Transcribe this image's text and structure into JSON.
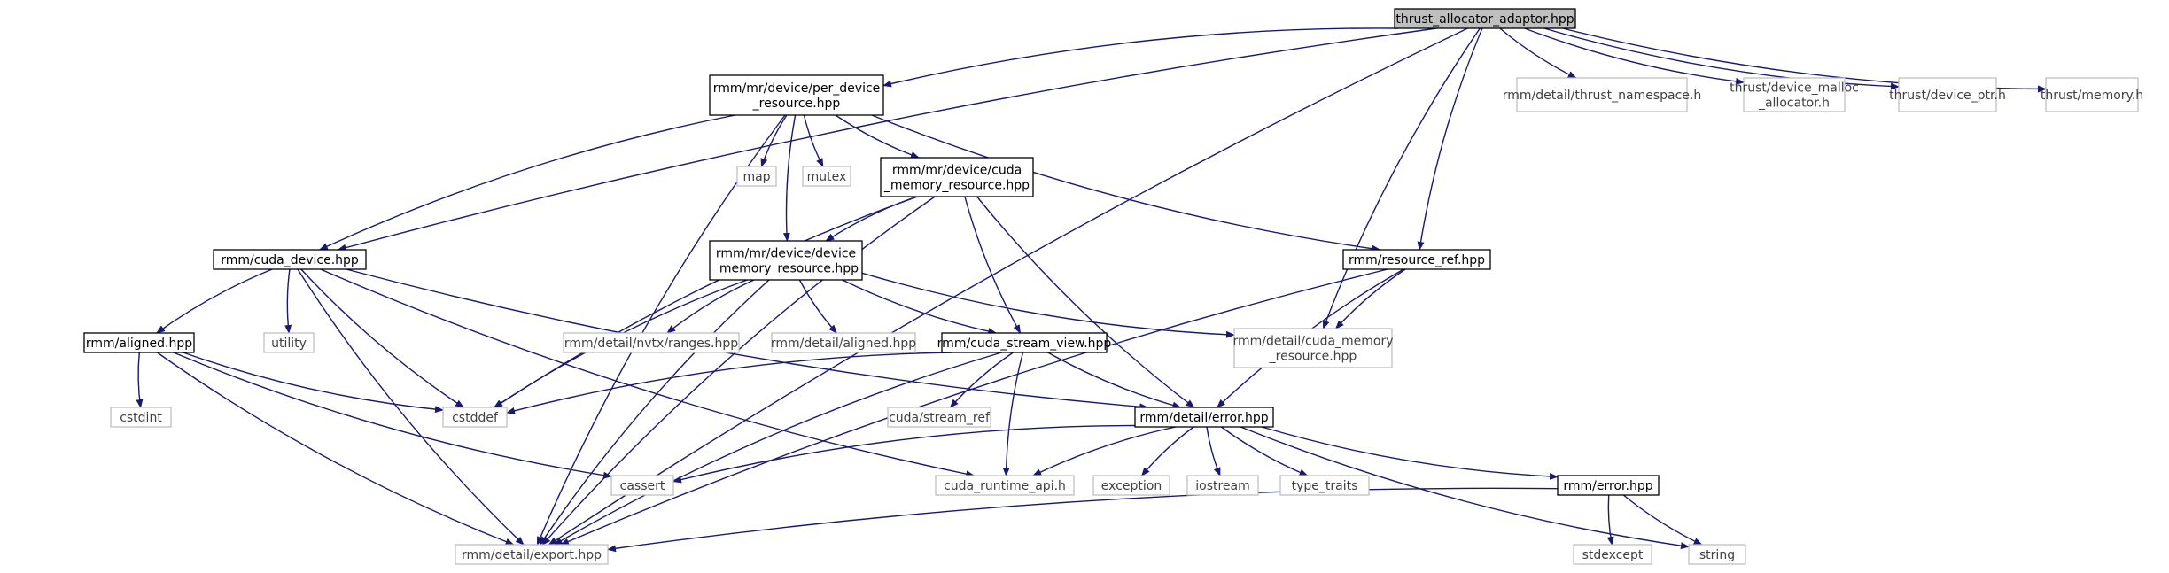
{
  "colors": {
    "edge": "#191970",
    "root_fill": "#bfbfbf",
    "doc_border": "#000000",
    "ext_border": "#bfbfbf",
    "ext_text": "#404040"
  },
  "nodes": [
    {
      "id": "root",
      "kind": "root",
      "lines": [
        "thrust_allocator_adaptor.hpp"
      ]
    },
    {
      "id": "pdr",
      "kind": "doc",
      "lines": [
        "rmm/mr/device/per_device",
        "_resource.hpp"
      ]
    },
    {
      "id": "tns",
      "kind": "ext",
      "lines": [
        "rmm/detail/thrust_namespace.h"
      ]
    },
    {
      "id": "tdma",
      "kind": "ext",
      "lines": [
        "thrust/device_malloc",
        "_allocator.h"
      ]
    },
    {
      "id": "tdp",
      "kind": "ext",
      "lines": [
        "thrust/device_ptr.h"
      ]
    },
    {
      "id": "tmem",
      "kind": "ext",
      "lines": [
        "thrust/memory.h"
      ]
    },
    {
      "id": "map",
      "kind": "ext",
      "lines": [
        "map"
      ]
    },
    {
      "id": "mutex",
      "kind": "ext",
      "lines": [
        "mutex"
      ]
    },
    {
      "id": "cmr",
      "kind": "doc",
      "lines": [
        "rmm/mr/device/cuda",
        "_memory_resource.hpp"
      ]
    },
    {
      "id": "cdev",
      "kind": "doc",
      "lines": [
        "rmm/cuda_device.hpp"
      ]
    },
    {
      "id": "dmr",
      "kind": "doc",
      "lines": [
        "rmm/mr/device/device",
        "_memory_resource.hpp"
      ]
    },
    {
      "id": "rref",
      "kind": "doc",
      "lines": [
        "rmm/resource_ref.hpp"
      ]
    },
    {
      "id": "dcmr",
      "kind": "ext",
      "lines": [
        "rmm/detail/cuda_memory",
        "_resource.hpp"
      ]
    },
    {
      "id": "aligned",
      "kind": "doc",
      "lines": [
        "rmm/aligned.hpp"
      ]
    },
    {
      "id": "utility",
      "kind": "ext",
      "lines": [
        "utility"
      ]
    },
    {
      "id": "nvtx",
      "kind": "ext",
      "lines": [
        "rmm/detail/nvtx/ranges.hpp"
      ]
    },
    {
      "id": "daligned",
      "kind": "ext",
      "lines": [
        "rmm/detail/aligned.hpp"
      ]
    },
    {
      "id": "csv",
      "kind": "doc",
      "lines": [
        "rmm/cuda_stream_view.hpp"
      ]
    },
    {
      "id": "cstdint",
      "kind": "ext",
      "lines": [
        "cstdint"
      ]
    },
    {
      "id": "cstddef",
      "kind": "ext",
      "lines": [
        "cstddef"
      ]
    },
    {
      "id": "sref",
      "kind": "ext",
      "lines": [
        "cuda/stream_ref"
      ]
    },
    {
      "id": "derr",
      "kind": "doc",
      "lines": [
        "rmm/detail/error.hpp"
      ]
    },
    {
      "id": "cassert",
      "kind": "ext",
      "lines": [
        "cassert"
      ]
    },
    {
      "id": "cra",
      "kind": "ext",
      "lines": [
        "cuda_runtime_api.h"
      ]
    },
    {
      "id": "exception",
      "kind": "ext",
      "lines": [
        "exception"
      ]
    },
    {
      "id": "iostream",
      "kind": "ext",
      "lines": [
        "iostream"
      ]
    },
    {
      "id": "tt",
      "kind": "ext",
      "lines": [
        "type_traits"
      ]
    },
    {
      "id": "rerr",
      "kind": "doc",
      "lines": [
        "rmm/error.hpp"
      ]
    },
    {
      "id": "export",
      "kind": "ext",
      "lines": [
        "rmm/detail/export.hpp"
      ]
    },
    {
      "id": "stdexcept",
      "kind": "ext",
      "lines": [
        "stdexcept"
      ]
    },
    {
      "id": "string",
      "kind": "ext",
      "lines": [
        "string"
      ]
    }
  ],
  "edges": [
    [
      "root",
      "pdr"
    ],
    [
      "root",
      "tns"
    ],
    [
      "root",
      "tdma"
    ],
    [
      "root",
      "tdp"
    ],
    [
      "root",
      "tmem"
    ],
    [
      "root",
      "cdev"
    ],
    [
      "root",
      "dcmr"
    ],
    [
      "root",
      "rref"
    ],
    [
      "root",
      "export"
    ],
    [
      "pdr",
      "map"
    ],
    [
      "pdr",
      "mutex"
    ],
    [
      "pdr",
      "cmr"
    ],
    [
      "pdr",
      "dmr"
    ],
    [
      "pdr",
      "cdev"
    ],
    [
      "pdr",
      "rref"
    ],
    [
      "pdr",
      "export"
    ],
    [
      "cmr",
      "dmr"
    ],
    [
      "cmr",
      "csv"
    ],
    [
      "cmr",
      "derr"
    ],
    [
      "cmr",
      "cstddef"
    ],
    [
      "cmr",
      "export"
    ],
    [
      "cdev",
      "aligned"
    ],
    [
      "cdev",
      "utility"
    ],
    [
      "cdev",
      "cstddef"
    ],
    [
      "cdev",
      "derr"
    ],
    [
      "cdev",
      "cra"
    ],
    [
      "cdev",
      "export"
    ],
    [
      "dmr",
      "nvtx"
    ],
    [
      "dmr",
      "daligned"
    ],
    [
      "dmr",
      "csv"
    ],
    [
      "dmr",
      "dcmr"
    ],
    [
      "dmr",
      "cstddef"
    ],
    [
      "dmr",
      "export"
    ],
    [
      "rref",
      "dcmr"
    ],
    [
      "rref",
      "derr"
    ],
    [
      "rref",
      "export"
    ],
    [
      "aligned",
      "cstdint"
    ],
    [
      "aligned",
      "cstddef"
    ],
    [
      "aligned",
      "cassert"
    ],
    [
      "aligned",
      "export"
    ],
    [
      "csv",
      "sref"
    ],
    [
      "csv",
      "cra"
    ],
    [
      "csv",
      "derr"
    ],
    [
      "csv",
      "cstddef"
    ],
    [
      "csv",
      "export"
    ],
    [
      "derr",
      "cassert"
    ],
    [
      "derr",
      "cra"
    ],
    [
      "derr",
      "exception"
    ],
    [
      "derr",
      "iostream"
    ],
    [
      "derr",
      "tt"
    ],
    [
      "derr",
      "rerr"
    ],
    [
      "derr",
      "string"
    ],
    [
      "rerr",
      "stdexcept"
    ],
    [
      "rerr",
      "string"
    ],
    [
      "rerr",
      "export"
    ]
  ]
}
